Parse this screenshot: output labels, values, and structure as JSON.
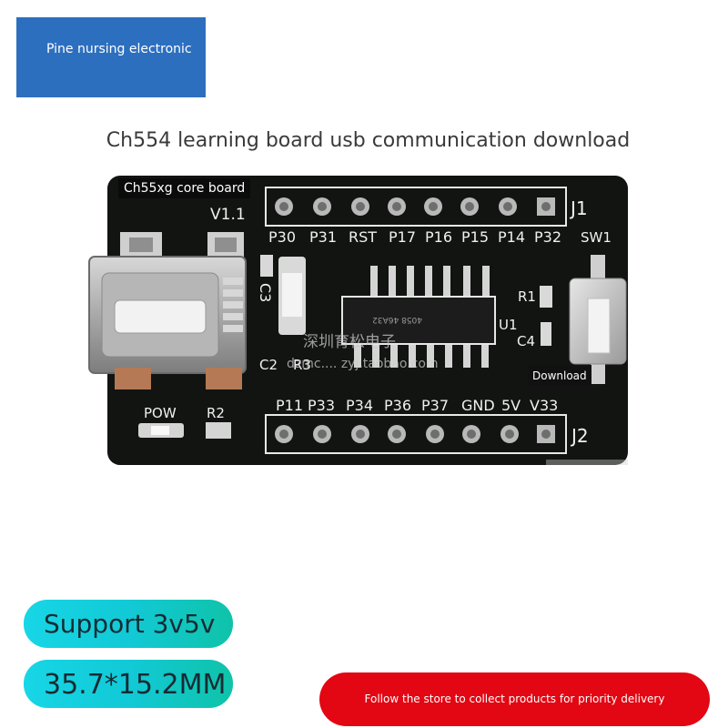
{
  "brand": {
    "name": "Pine nursing electronic",
    "bg_color": "#2d6fbf"
  },
  "headline": "Ch554 learning board usb communication download",
  "board": {
    "core_label": "Ch55xg core board",
    "version": "V1.1",
    "header_j1": {
      "ref": "J1",
      "pins": [
        "P30",
        "P31",
        "RST",
        "P17",
        "P16",
        "P15",
        "P14",
        "P32"
      ]
    },
    "header_j2": {
      "ref": "J2",
      "pins": [
        "P11",
        "P33",
        "P34",
        "P36",
        "P37",
        "GND",
        "5V",
        "V33"
      ]
    },
    "component_labels": {
      "sw1": "SW1",
      "r1": "R1",
      "u1": "U1",
      "c4": "C4",
      "c3": "C3",
      "c2": "C2",
      "r3": "R3",
      "pow": "POW",
      "r2": "R2"
    },
    "chip_marking": "4058 46A32",
    "watermark_cn": "深圳育松电子",
    "watermark_url": "dzmc.... zyj.taobao.com",
    "download_label": "Download",
    "pcb_color": "#121412"
  },
  "badges": {
    "voltage": "Support 3v5v",
    "size": "35.7*15.2MM",
    "colors": [
      "#17d6e6",
      "#0fc3a9"
    ]
  },
  "follow_button": {
    "label": "Follow the store to collect products for priority delivery",
    "color": "#e30613"
  }
}
